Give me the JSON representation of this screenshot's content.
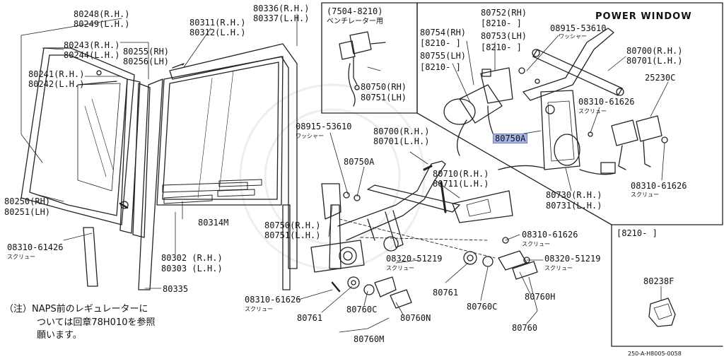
{
  "diagram": {
    "title": "POWER WINDOW",
    "code": "250-A-H8005-0058",
    "note_lines": [
      "（注）NAPS前のレギュレーターに",
      "ついては回章78H010を参照",
      "願います。"
    ],
    "inset_top": {
      "heading": "(7504-8210)",
      "subheading": "ベンチレーター用",
      "part_a": "80750(RH)",
      "part_b": "80751(LH)"
    },
    "inset_bottom": {
      "heading": "[8210-  ]",
      "part": "80238F"
    },
    "labels": {
      "p80248": "80248(R.H.)",
      "p80249": "80249(L.H.)",
      "p80243": "80243(R.H.)",
      "p80244": "80244(L.H.)",
      "p80255": "80255(RH)",
      "p80256": "80256(LH)",
      "p80241": "80241(R.H.)",
      "p80242": "80242(L.H.)",
      "p80311": "80311(R.H.)",
      "p80312": "80312(L.H.)",
      "p80336": "80336(R.H.)",
      "p80337": "80337(L.H.)",
      "p80250": "80250(RH)",
      "p80251": "80251(LH)",
      "p08310a": "08310-61426",
      "scr_a": "スクリュー",
      "p80314M": "80314M",
      "p80302": "80302 (R.H.)",
      "p80303": "80303 (L.H.)",
      "p80335": "80335",
      "p08915a": "08915-53610",
      "wash_a": "ワッシャー",
      "p80750A_mid": "80750A",
      "p80700m": "80700(R.H.)",
      "p80701m": "80701(L.H.)",
      "p80710": "80710(R.H.)",
      "p80711": "80711(L.H.)",
      "p80750m": "80750(R.H.)",
      "p80751m": "80751(L.H.)",
      "p08310b": "08310-61626",
      "scr_b": "スクリュー",
      "p08320a": "08320-51219",
      "scr_c": "スクリュー",
      "p08320b": "08320-51219",
      "scr_d": "スクリュー",
      "p08310c": "08310-61626",
      "scr_e": "スクリュー",
      "p80761a": "80761",
      "p80760C_a": "80760C",
      "p80760N": "80760N",
      "p80760M": "80760M",
      "p80761b": "80761",
      "p80760C_b": "80760C",
      "p80760H": "80760H",
      "p80760": "80760",
      "p80754": "80754(RH)",
      "p8210a": "[8210-  ]",
      "p80755": "80755(LH)",
      "p8210b": "[8210-  ]",
      "p80752": "80752(RH)",
      "p8210c": "[8210-  ]",
      "p80753": "80753(LH)",
      "p8210d": "[8210-  ]",
      "p08915b": "08915-53610",
      "wash_b": "ワッシャー",
      "p80700r": "80700(R.H.)",
      "p80701r": "80701(L.H.)",
      "p25230C": "25230C",
      "p08310d": "08310-61626",
      "scr_f": "スクリュー",
      "p80750A_hl": "80750A",
      "p08310e": "08310-61626",
      "scr_g": "スクリュー",
      "p80730": "80730(R.H.)",
      "p80731": "80731(L.H.)"
    }
  }
}
